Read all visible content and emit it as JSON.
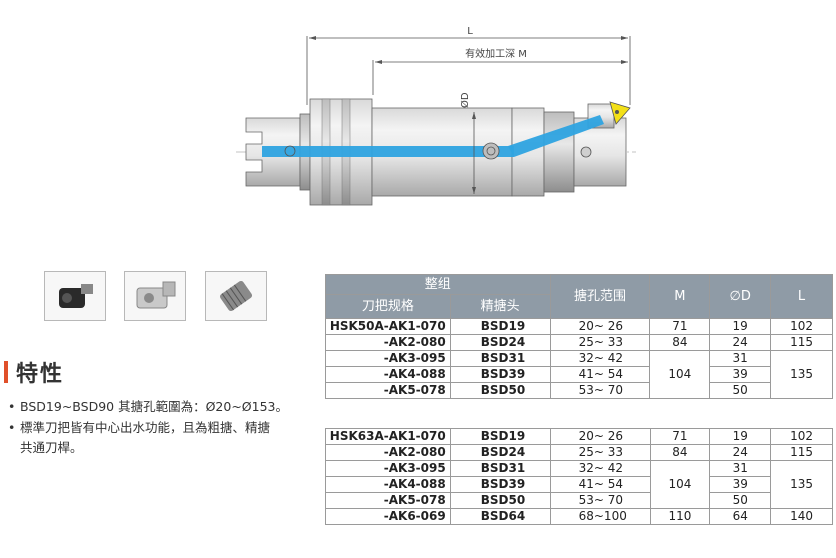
{
  "drawing": {
    "dim_L": "L",
    "dim_M": "有效加工深 M",
    "dim_D": "ØD"
  },
  "thumbnails": [
    {
      "name": "holder-photo-thumbnail"
    },
    {
      "name": "head-photo-thumbnail"
    },
    {
      "name": "insert-photo-thumbnail"
    }
  ],
  "features": {
    "heading": "特性",
    "bullets": [
      {
        "marker": "•",
        "lines": [
          "BSD19~BSD90 其搪孔範圍為：Ø20~Ø153。"
        ]
      },
      {
        "marker": "•",
        "lines": [
          "標準刀把皆有中心出水功能，且為粗搪、精搪",
          "共通刀桿。"
        ]
      }
    ]
  },
  "table_header": {
    "group": "整组",
    "holder": "刀把规格",
    "head": "精搪头",
    "range": "搪孔范围",
    "m": "M",
    "d": "∅D",
    "l": "L"
  },
  "table1": {
    "rows": [
      {
        "model": "HSK50A-AK1-070",
        "head": "BSD19",
        "range": "20~  26",
        "m": "71",
        "d": "19",
        "l": "102"
      },
      {
        "model": "-AK2-080",
        "head": "BSD24",
        "range": "25~  33",
        "m": "84",
        "d": "24",
        "l": "115"
      },
      {
        "model": "-AK3-095",
        "head": "BSD31",
        "range": "32~  42",
        "d": "31"
      },
      {
        "model": "-AK4-088",
        "head": "BSD39",
        "range": "41~  54",
        "d": "39"
      },
      {
        "model": "-AK5-078",
        "head": "BSD50",
        "range": "53~  70",
        "d": "50"
      }
    ],
    "m_merged": "104",
    "l_merged": "135"
  },
  "table2": {
    "rows": [
      {
        "model": "HSK63A-AK1-070",
        "head": "BSD19",
        "range": "20~  26",
        "m": "71",
        "d": "19",
        "l": "102"
      },
      {
        "model": "-AK2-080",
        "head": "BSD24",
        "range": "25~  33",
        "m": "84",
        "d": "24",
        "l": "115"
      },
      {
        "model": "-AK3-095",
        "head": "BSD31",
        "range": "32~  42",
        "d": "31"
      },
      {
        "model": "-AK4-088",
        "head": "BSD39",
        "range": "41~  54",
        "d": "39"
      },
      {
        "model": "-AK5-078",
        "head": "BSD50",
        "range": "53~  70",
        "d": "50"
      },
      {
        "model": "-AK6-069",
        "head": "BSD64",
        "range": "68~100",
        "m": "110",
        "d": "64",
        "l": "140"
      }
    ],
    "m_merged": "104",
    "l_merged": "135"
  }
}
